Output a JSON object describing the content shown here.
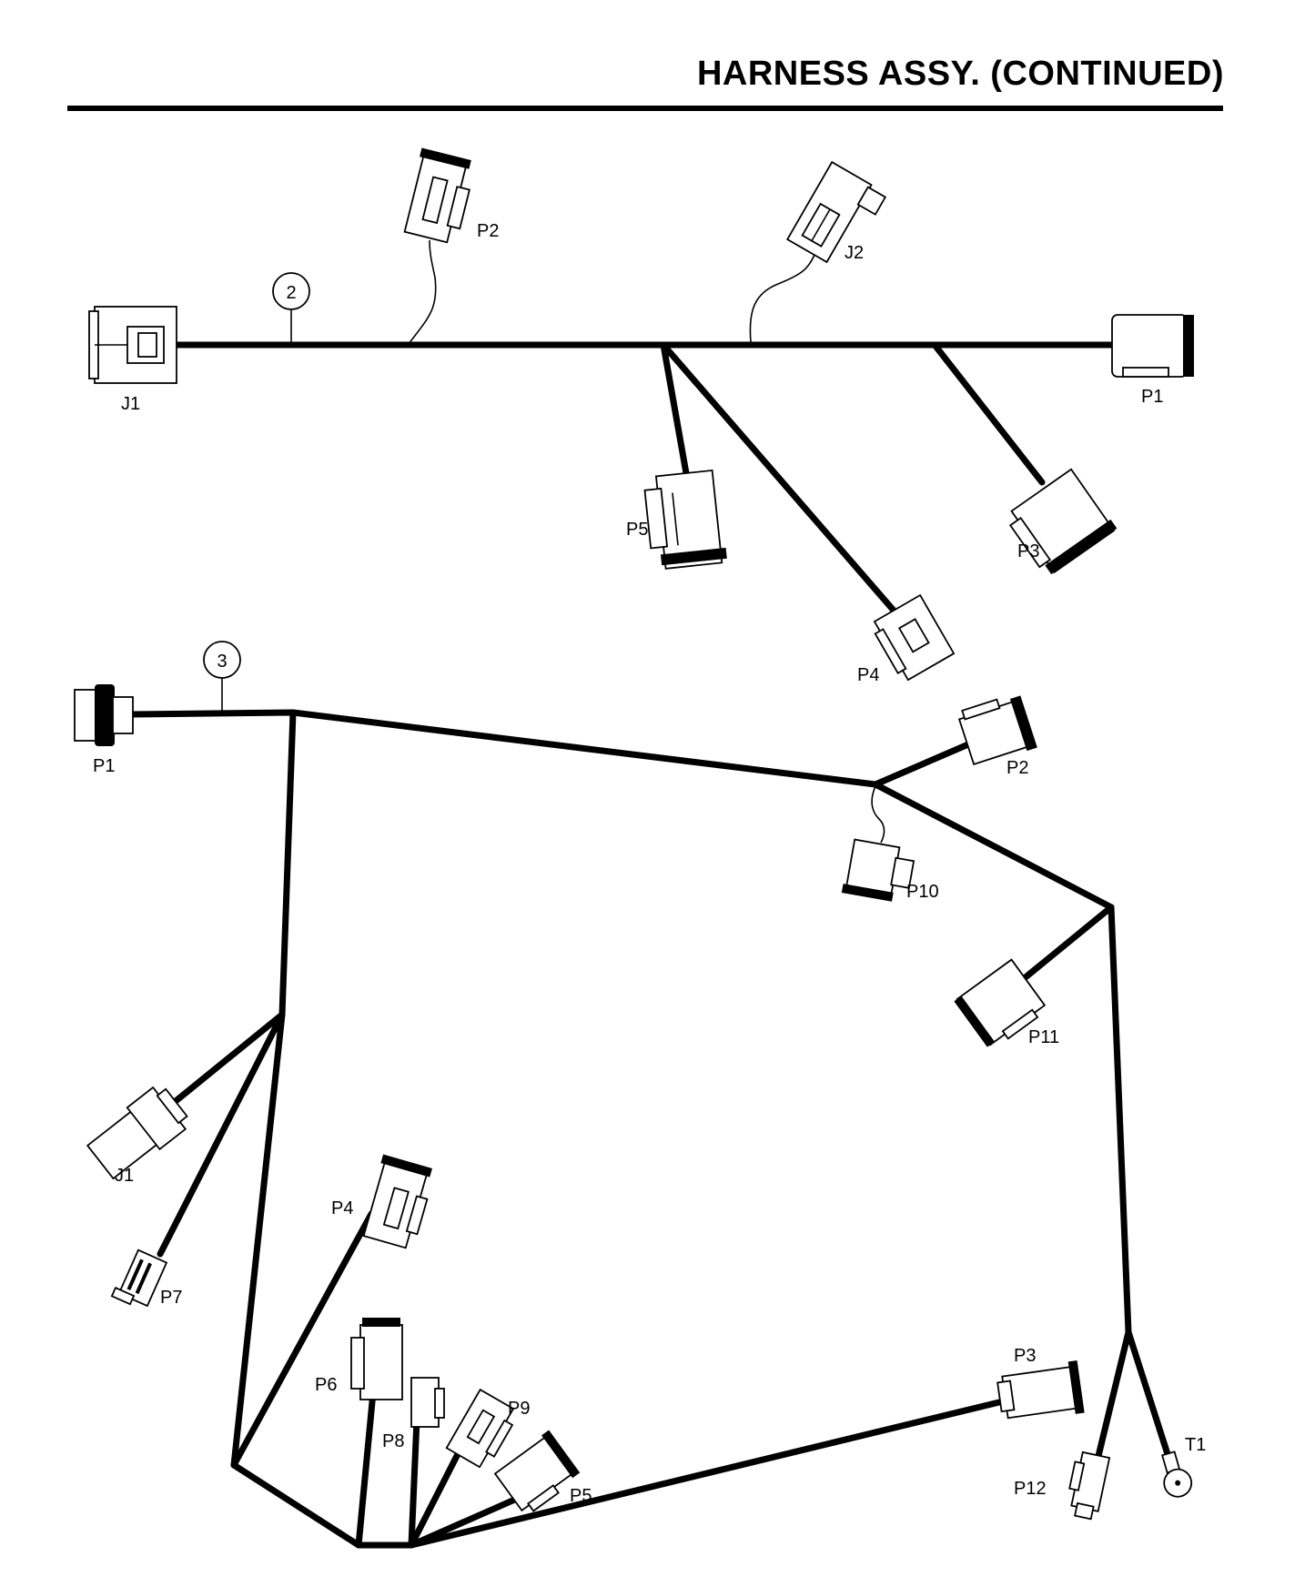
{
  "title": "HARNESS ASSY. (CONTINUED)",
  "harness2": {
    "callout": "2",
    "connectors": {
      "j1": "J1",
      "p2": "P2",
      "j2": "J2",
      "p1": "P1",
      "p5": "P5",
      "p4": "P4",
      "p3": "P3"
    }
  },
  "harness3": {
    "callout": "3",
    "connectors": {
      "p1": "P1",
      "p2": "P2",
      "p10": "P10",
      "p11": "P11",
      "j1": "J1",
      "p7": "P7",
      "p4": "P4",
      "p6": "P6",
      "p8": "P8",
      "p9": "P9",
      "p5": "P5",
      "p3": "P3",
      "p12": "P12",
      "t1": "T1"
    }
  },
  "colors": {
    "line": "#000000",
    "background": "#ffffff"
  }
}
